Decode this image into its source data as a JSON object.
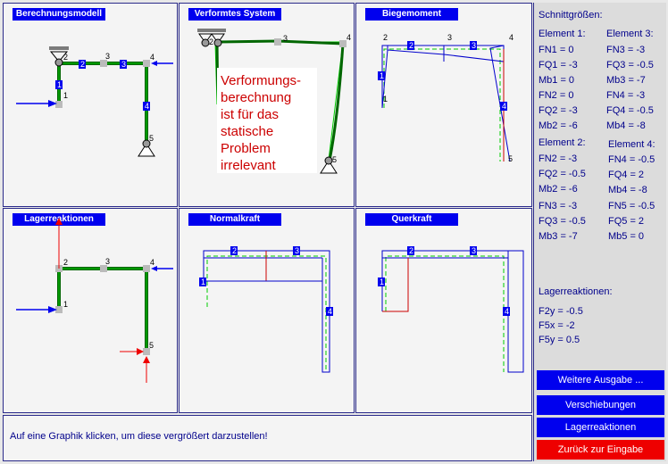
{
  "panels": {
    "berechnungsmodell": "Berechnungsmodell",
    "verformtes_system": "Verformtes System",
    "biegemoment": "Biegemoment",
    "lagerreaktionen": "Lagerreaktionen",
    "normalkraft": "Normalkraft",
    "querkraft": "Querkraft"
  },
  "overlay_note": [
    "Verformungs-",
    "berechnung",
    "ist für das",
    "statische",
    "Problem",
    "irrelevant"
  ],
  "status": "Auf eine Graphik klicken, um diese vergrößert darzustellen!",
  "results": {
    "title": "Schnittgrößen:",
    "el1_title": "Element 1:",
    "el1": [
      "FN1 =  0",
      "FQ1 = -3",
      "Mb1 =  0",
      "FN2 =  0",
      "FQ2 = -3",
      "Mb2 = -6"
    ],
    "el3_title": "Element 3:",
    "el3": [
      "FN3 = -3",
      "FQ3 = -0.5",
      "Mb3 = -7",
      "FN4 = -3",
      "FQ4 = -0.5",
      "Mb4 = -8"
    ],
    "el2_title": "Element 2:",
    "el2": [
      "FN2 = -3",
      "FQ2 = -0.5",
      "Mb2 = -6",
      "FN3 = -3",
      "FQ3 = -0.5",
      "Mb3 = -7"
    ],
    "el4_title": "Element 4:",
    "el4": [
      "FN4 = -0.5",
      "FQ4 = 2",
      "Mb4 = -8",
      "FN5 = -0.5",
      "FQ5 = 2",
      "Mb5 =  0"
    ],
    "lager_title": "Lagerreaktionen:",
    "lager": [
      "F2y = -0.5",
      "F5x = -2",
      "F5y = 0.5"
    ]
  },
  "buttons": {
    "weitere": "Weitere Ausgabe ...",
    "verschiebungen": "Verschiebungen",
    "lagerreaktionen": "Lagerreaktionen",
    "zurueck": "Zurück zur Eingabe"
  },
  "node_labels": [
    "1",
    "2",
    "3",
    "4",
    "5"
  ],
  "element_labels": [
    "1",
    "2",
    "3",
    "4"
  ],
  "colors": {
    "title_bg": "#0000ee",
    "structure": "#006600",
    "dashed": "#00cc00",
    "diagram": "#0000cc",
    "load": "#0000ee",
    "reaction": "#ee0000",
    "back_button": "#ee0000",
    "text": "#00008b"
  }
}
